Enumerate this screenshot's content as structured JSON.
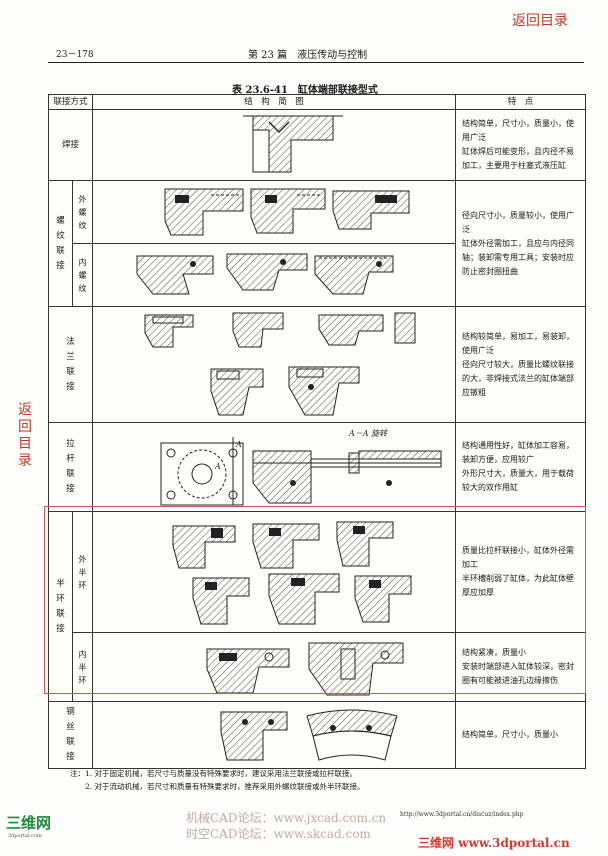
{
  "nav": {
    "back_label": "返回目录",
    "back_vertical": [
      "返",
      "回",
      "目",
      "录"
    ]
  },
  "header": {
    "page_number": "23－178",
    "running_title": "第 23 篇　液压传动与控制"
  },
  "table": {
    "caption": "表 23.6-41　缸体端部联接型式",
    "columns": [
      "联接方式",
      "结　构　简　图",
      "特　点"
    ],
    "rows": {
      "weld": {
        "label": "焊接",
        "features": [
          "结构简单，尺寸小，质量小，使用广泛",
          "缸体焊后可能变形，且内径不易加工，主要用于柱塞式液压缸"
        ]
      },
      "thread": {
        "label": [
          "螺",
          "纹",
          "联",
          "接"
        ],
        "external": [
          "外",
          "螺",
          "纹"
        ],
        "internal": [
          "内",
          "螺",
          "纹"
        ],
        "features": [
          "径向尺寸小，质量较小，使用广泛",
          "缸体外径需加工，且应与内径同轴；装卸需专用工具；安装时应防止密封圈扭曲"
        ]
      },
      "flange": {
        "label": [
          "法",
          "兰",
          "联",
          "接"
        ],
        "features": [
          "结构较简单，易加工，易装卸，使用广泛",
          "径向尺寸较大，质量比螺纹联接的大，非焊接式法兰的缸体端部应镦粗"
        ]
      },
      "tierod": {
        "label": [
          "拉",
          "杆",
          "联",
          "接"
        ],
        "aa_label": "A－A 旋转",
        "features": [
          "结构通用性好，缸体加工容易，装卸方便，应用较广",
          "外形尺寸大，质量大，用于载荷较大的双作用缸"
        ]
      },
      "halfring": {
        "label": [
          "半",
          "环",
          "联",
          "接"
        ],
        "external": [
          "外",
          "半",
          "环"
        ],
        "internal": [
          "内",
          "半",
          "环"
        ],
        "features_external": [
          "质量比拉杆联接小，缸体外径需加工",
          "半环槽削弱了缸体，为此缸体壁厚应加厚"
        ],
        "features_internal": [
          "结构紧凑，质量小",
          "安装时端部进入缸体较深，密封圈有可能被进油孔边缘擦伤"
        ]
      },
      "wire": {
        "label": [
          "钢",
          "丝",
          "联",
          "接"
        ],
        "features": [
          "结构简单，尺寸小，质量小"
        ]
      }
    }
  },
  "notes": [
    "注：1. 对于固定机械，若尺寸与质量没有特殊要求时，建议采用法兰联接或拉杆联接。",
    "　　2. 对于流动机械，若尺寸和质量有特殊要求时，推荐采用外螺纹联接或外半环联接。"
  ],
  "watermarks": {
    "forum1": "机械CAD论坛：www.jxcad.com.cn",
    "forum2": "时空CAD论坛：www.skcad.com",
    "url_right": "http://www.3dportal.cn/discuz/index.php",
    "logo_left": "三维网",
    "logo_left_sub": "3dportal.com",
    "logo_right": "三维网 www.3dportal.cn"
  },
  "colors": {
    "accent_red": "#c0392b",
    "highlight_box": "#d9534f"
  }
}
